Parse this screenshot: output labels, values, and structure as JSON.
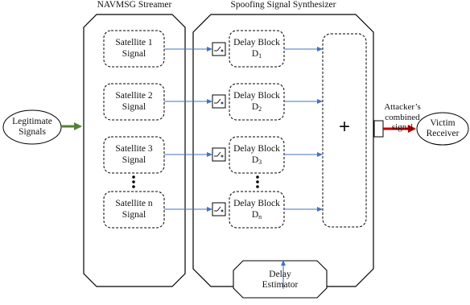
{
  "titles": {
    "streamer": "NAVMSG Streamer",
    "synthesizer": "Spoofing Signal Synthesizer"
  },
  "input": {
    "line1": "Legitimate",
    "line2": "Signals"
  },
  "satellites": [
    {
      "line1": "Satellite 1",
      "line2": "Signal"
    },
    {
      "line1": "Satellite 2",
      "line2": "Signal"
    },
    {
      "line1": "Satellite 3",
      "line2": "Signal"
    },
    {
      "line1": "Satellite n",
      "line2": "Signal"
    }
  ],
  "delay_blocks": [
    {
      "label": "Delay Block",
      "sym": "D",
      "sub": "1"
    },
    {
      "label": "Delay Block",
      "sym": "D",
      "sub": "2"
    },
    {
      "label": "Delay Block",
      "sym": "D",
      "sub": "3"
    },
    {
      "label": "Delay Block",
      "sym": "D",
      "sub": "n"
    }
  ],
  "combiner": {
    "symbol": "+"
  },
  "output_label": {
    "line1": "Attacker’s",
    "line2": "combined",
    "line3": "signal"
  },
  "victim": {
    "line1": "Victim",
    "line2": "Receiver"
  },
  "estimator": {
    "line1": "Delay",
    "line2": "Estimator"
  },
  "colors": {
    "signal_arrow": "#4472c4",
    "input_arrow": "#548235",
    "output_arrow": "#c00000",
    "line": "#000000"
  },
  "icons": {
    "switch": "switch-icon",
    "ellipsis": "vertical-ellipsis-icon"
  }
}
